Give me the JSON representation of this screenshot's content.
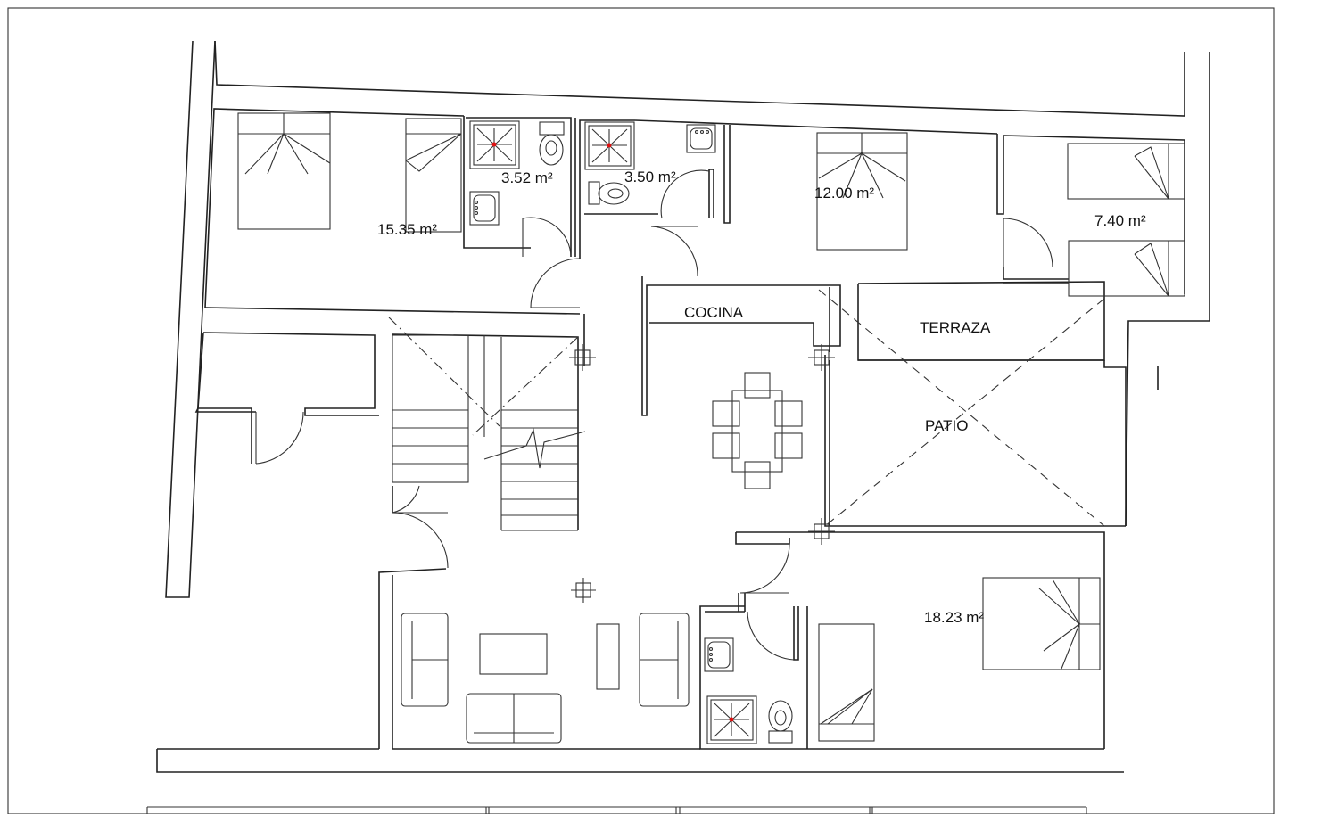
{
  "rooms": {
    "bed_left_area": "15.35 m²",
    "bath1_area": "3.52 m²",
    "bath2_area": "3.50 m²",
    "bed_center_area": "12.00 m²",
    "bed_right_area": "7.40 m²",
    "bed_bottom_area": "18.23 m²",
    "kitchen": "COCINA",
    "terrace": "TERRAZA",
    "patio": "PATIO"
  }
}
